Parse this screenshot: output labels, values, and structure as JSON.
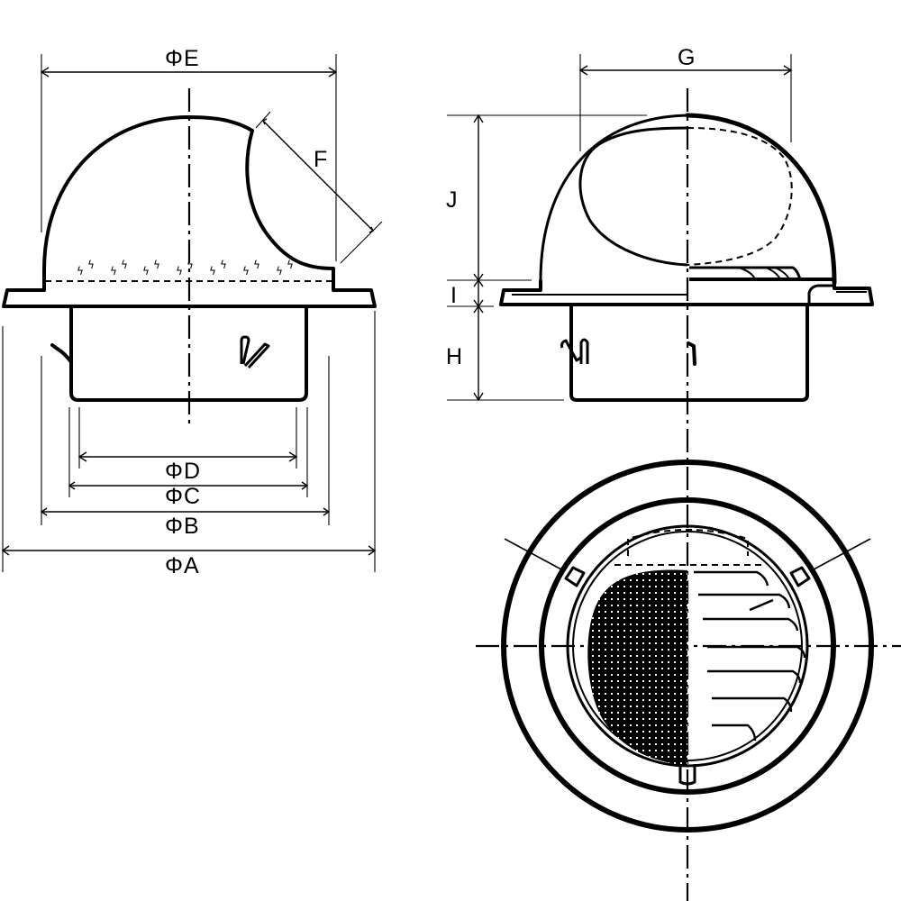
{
  "drawing": {
    "title": "Round wall vent cap (hood type) dimension drawing",
    "views": [
      {
        "id": "front-side-view",
        "description": "Side elevation with hooded dome and duct sleeve"
      },
      {
        "id": "side-section-view",
        "description": "Side elevation, half-section, showing louvers"
      },
      {
        "id": "bottom-view",
        "description": "View from duct side showing mesh screen and louvers"
      }
    ],
    "dimensions": {
      "phi_e": "ΦE",
      "f": "F",
      "phi_d": "ΦD",
      "phi_c": "ΦC",
      "phi_b": "ΦB",
      "phi_a": "ΦA",
      "g": "G",
      "j": "J",
      "i": "I",
      "h": "H"
    },
    "colors": {
      "line": "#000000",
      "background": "#ffffff"
    }
  }
}
